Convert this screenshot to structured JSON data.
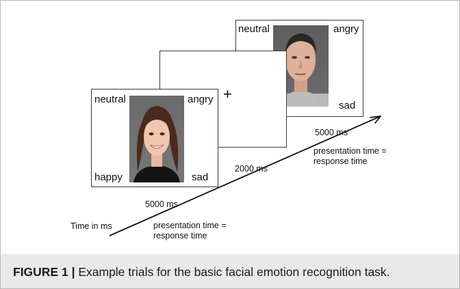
{
  "trials": {
    "trial1": {
      "labels": {
        "top_left": "neutral",
        "top_right": "angry",
        "bottom_left": "happy",
        "bottom_right": "sad"
      }
    },
    "fixation": {
      "symbol": "+"
    },
    "trial2": {
      "labels": {
        "top_left": "neutral",
        "top_right": "angry",
        "bottom_right": "sad"
      }
    }
  },
  "timeline": {
    "axis_label": "Time in ms",
    "trial1_duration": "5000 ms",
    "trial1_note_line1": "presentation time =",
    "trial1_note_line2": "response time",
    "fixation_duration": "2000 ms",
    "trial2_duration": "5000 ms",
    "trial2_note_line1": "presentation time =",
    "trial2_note_line2": "response time"
  },
  "caption": {
    "label": "FIGURE 1 |",
    "text": " Example trials for the basic facial emotion recognition task."
  }
}
